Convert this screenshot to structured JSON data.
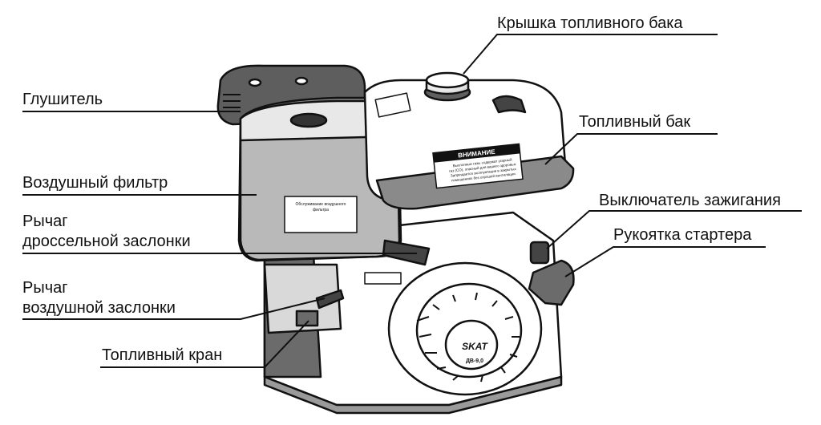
{
  "labels": {
    "fuel_cap": "Крышка топливного бака",
    "muffler": "Глушитель",
    "fuel_tank": "Топливный бак",
    "air_filter": "Воздушный фильтр",
    "ignition_switch": "Выключатель зажигания",
    "throttle_line1": "Рычаг",
    "throttle_line2": "дроссельной заслонки",
    "starter_handle": "Рукоятка стартера",
    "choke_line1": "Рычаг",
    "choke_line2": "воздушной заслонки",
    "fuel_valve": "Топливный кран"
  },
  "decals": {
    "warning_title": "ВНИМАНИЕ",
    "warning_body_1": "Выхлопные газы содержат угарный",
    "warning_body_2": "газ (CO), опасный для вашего здоровья.",
    "warning_body_3": "Запрещается эксплуатация в закрытых",
    "warning_body_4": "помещениях без хорошей вентиляции.",
    "filter_title_1": "Обслуживание воздушного",
    "filter_title_2": "фильтра",
    "brand": "SKAT",
    "model": "ДВ-9,0"
  },
  "colors": {
    "ink": "#111111",
    "shade": "#6b6b6b",
    "light_shade": "#9a9a9a",
    "paper": "#ffffff"
  }
}
